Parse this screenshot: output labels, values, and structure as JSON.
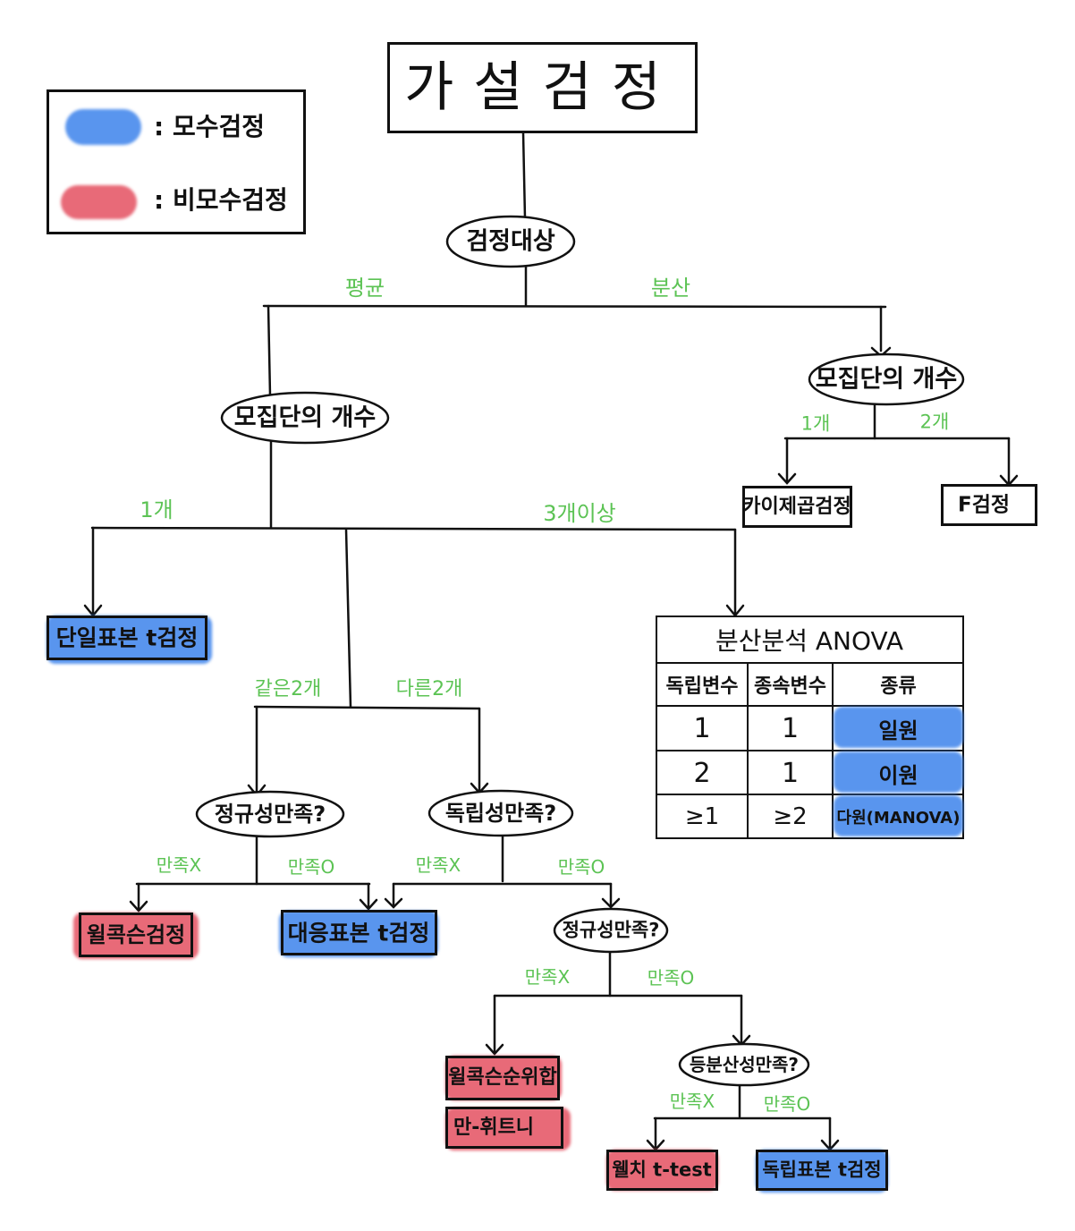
{
  "title": "가설검정",
  "legend": [
    {
      "color": "#3c82eb",
      "label": ": 모수검정"
    },
    {
      "color": "#e45060",
      "label": ": 비모수검정"
    }
  ],
  "nodes": {
    "target": "검정대상",
    "pop_count_mean": "모집단의 개수",
    "pop_count_var": "모집단의 개수",
    "chi_square": "카이제곱검정",
    "f_test": "F검정",
    "one_sample_t": "단일표본 t검정",
    "normality_1": "정규성만족?",
    "independence": "독립성만족?",
    "wilcoxon": "윌콕슨검정",
    "paired_t": "대응표본 t검정",
    "normality_2": "정규성만족?",
    "wilcoxon_rank_sum": "윌콕슨순위합",
    "mann_whitney": "만-휘트니",
    "equal_var": "등분산성만족?",
    "welch_t": "웰치 t-test",
    "independent_t": "독립표본 t검정"
  },
  "edge_labels": {
    "mean": "평균",
    "variance": "분산",
    "one": "1개",
    "three_plus": "3개이상",
    "var_one": "1개",
    "var_two": "2개",
    "same_two": "같은2개",
    "diff_two": "다른2개",
    "not_sat_1": "만족X",
    "sat_1": "만족O",
    "not_sat_2": "만족X",
    "sat_2": "만족O",
    "not_sat_3": "만족X",
    "sat_3": "만족O",
    "not_sat_4": "만족X",
    "sat_4": "만족O"
  },
  "anova": {
    "title": "분산분석 ANOVA",
    "headers": [
      "독립변수",
      "종속변수",
      "종류"
    ],
    "rows": [
      [
        "1",
        "1",
        "일원"
      ],
      [
        "2",
        "1",
        "이원"
      ],
      [
        "≥1",
        "≥2",
        "다원(MANOVA)"
      ]
    ]
  }
}
